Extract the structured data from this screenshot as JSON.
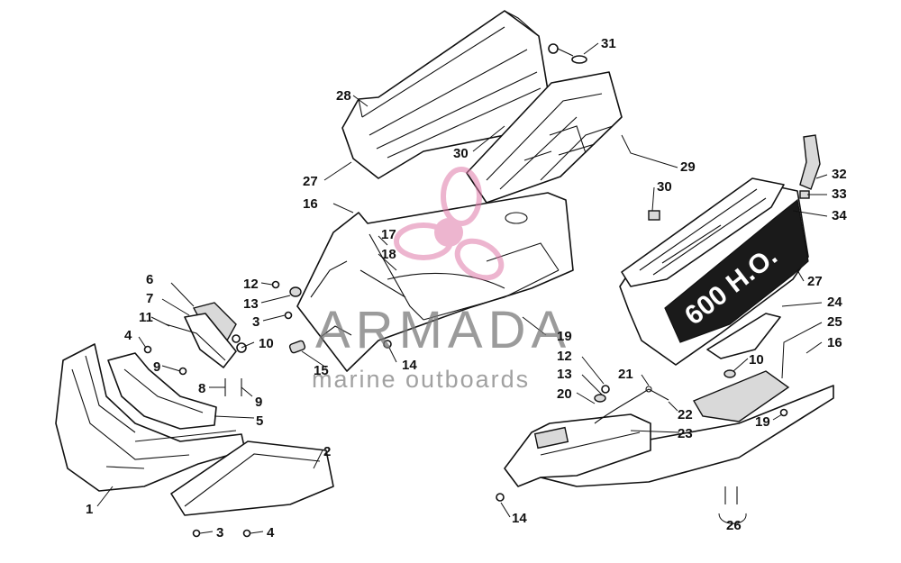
{
  "watermark": {
    "brand": "ARMADA",
    "tagline": "marine outboards",
    "logo_color": "#e07aa8"
  },
  "decal": {
    "text": "600 H.O."
  },
  "callouts": [
    {
      "id": "c1",
      "label": "1"
    },
    {
      "id": "c2",
      "label": "2"
    },
    {
      "id": "c3a",
      "label": "3"
    },
    {
      "id": "c3b",
      "label": "3"
    },
    {
      "id": "c4a",
      "label": "4"
    },
    {
      "id": "c4b",
      "label": "4"
    },
    {
      "id": "c5",
      "label": "5"
    },
    {
      "id": "c6",
      "label": "6"
    },
    {
      "id": "c7",
      "label": "7"
    },
    {
      "id": "c8",
      "label": "8"
    },
    {
      "id": "c9a",
      "label": "9"
    },
    {
      "id": "c9b",
      "label": "9"
    },
    {
      "id": "c10a",
      "label": "10"
    },
    {
      "id": "c10b",
      "label": "10"
    },
    {
      "id": "c11",
      "label": "11"
    },
    {
      "id": "c12a",
      "label": "12"
    },
    {
      "id": "c12b",
      "label": "12"
    },
    {
      "id": "c13a",
      "label": "13"
    },
    {
      "id": "c13b",
      "label": "13"
    },
    {
      "id": "c14a",
      "label": "14"
    },
    {
      "id": "c14b",
      "label": "14"
    },
    {
      "id": "c15",
      "label": "15"
    },
    {
      "id": "c16a",
      "label": "16"
    },
    {
      "id": "c16b",
      "label": "16"
    },
    {
      "id": "c17",
      "label": "17"
    },
    {
      "id": "c18",
      "label": "18"
    },
    {
      "id": "c19a",
      "label": "19"
    },
    {
      "id": "c19b",
      "label": "19"
    },
    {
      "id": "c20",
      "label": "20"
    },
    {
      "id": "c21",
      "label": "21"
    },
    {
      "id": "c22",
      "label": "22"
    },
    {
      "id": "c23",
      "label": "23"
    },
    {
      "id": "c24",
      "label": "24"
    },
    {
      "id": "c25",
      "label": "25"
    },
    {
      "id": "c26",
      "label": "26"
    },
    {
      "id": "c27a",
      "label": "27"
    },
    {
      "id": "c27b",
      "label": "27"
    },
    {
      "id": "c28",
      "label": "28"
    },
    {
      "id": "c29",
      "label": "29"
    },
    {
      "id": "c30a",
      "label": "30"
    },
    {
      "id": "c30b",
      "label": "30"
    },
    {
      "id": "c31",
      "label": "31"
    },
    {
      "id": "c32",
      "label": "32"
    },
    {
      "id": "c33",
      "label": "33"
    },
    {
      "id": "c34",
      "label": "34"
    }
  ]
}
